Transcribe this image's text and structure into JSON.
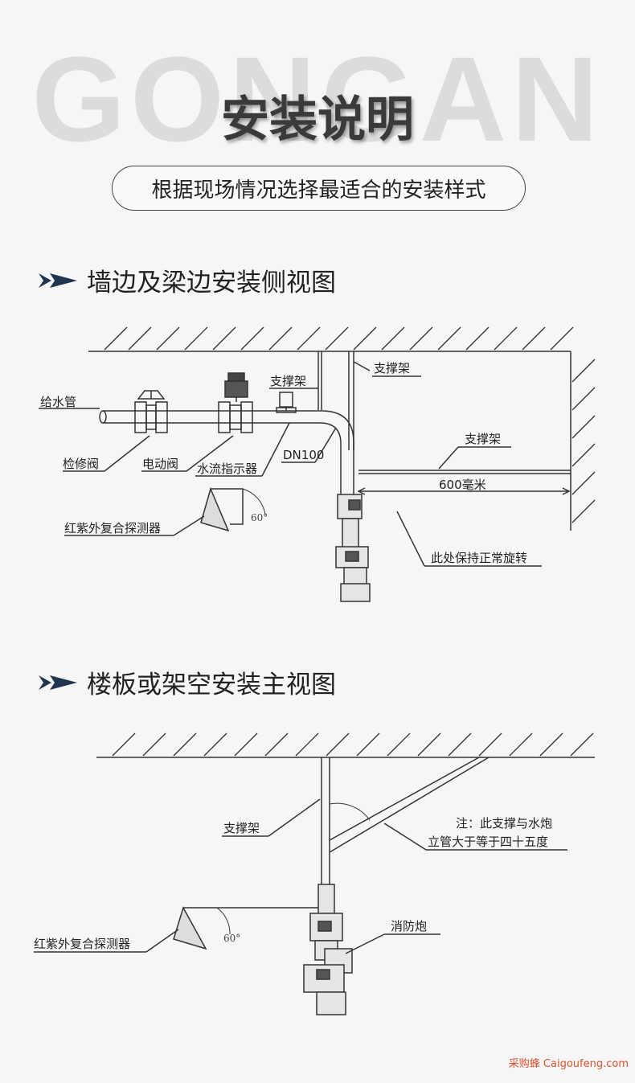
{
  "watermark_text": "GONGAN",
  "title": "安装说明",
  "subtitle": "根据现场情况选择最适合的安装样式",
  "section1": {
    "heading": "墙边及梁边安装侧视图",
    "labels": {
      "water_pipe": "给水管",
      "inspection_valve": "检修阀",
      "electric_valve": "电动阀",
      "flow_indicator": "水流指示器",
      "support1": "支撑架",
      "support2": "支撑架",
      "support3": "支撑架",
      "dn": "DN100",
      "distance": "600毫米",
      "detector": "红紫外复合探测器",
      "rotate_note": "此处保持正常旋转",
      "angle": "60°"
    }
  },
  "section2": {
    "heading": "楼板或架空安装主视图",
    "labels": {
      "support": "支撑架",
      "note_line1": "注：此支撑与水炮",
      "note_line2": "立管大于等于四十五度",
      "cannon": "消防炮",
      "detector": "红紫外复合探测器",
      "angle": "60°"
    }
  },
  "footer": "采购蜂 Caigoufeng.com",
  "colors": {
    "arrow": "#1f3550",
    "line": "#333333",
    "footer": "#e0502a"
  }
}
